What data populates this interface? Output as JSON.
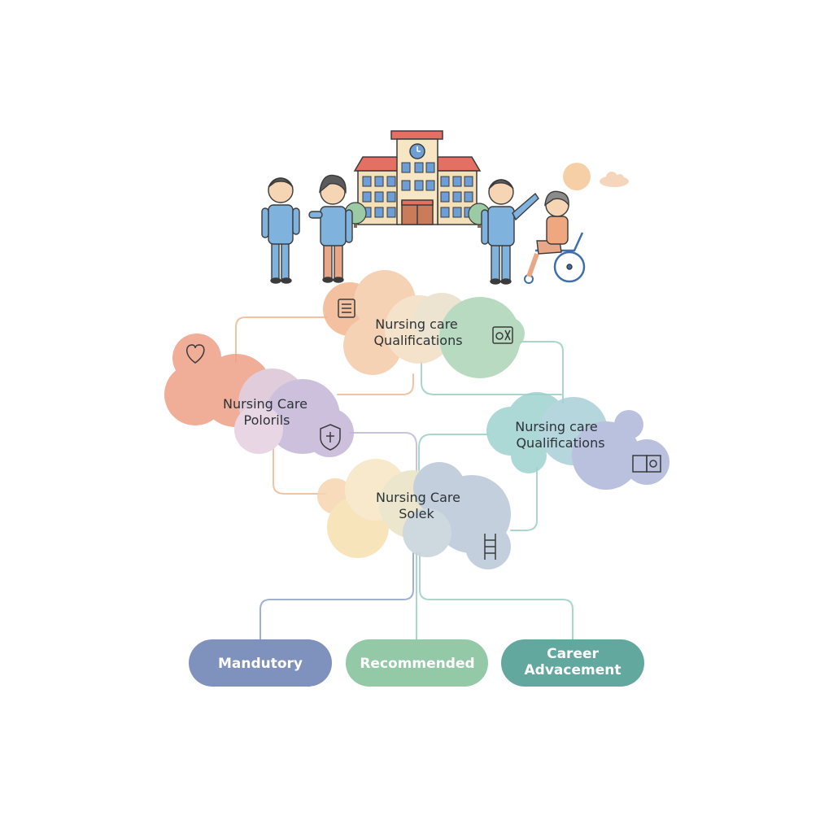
{
  "clouds": {
    "top": {
      "line1": "Nursing care",
      "line2": "Qualifications"
    },
    "left": {
      "line1": "Nursing Care",
      "line2": "Polorils"
    },
    "right": {
      "line1": "Nursing care",
      "line2": "Qualifications"
    },
    "center": {
      "line1": "Nursing Care",
      "line2": "Solek"
    }
  },
  "buttons": {
    "mandatory": "Mandutory",
    "recommended": "Recommended",
    "career_line1": "Career",
    "career_line2": "Advacement"
  },
  "colors": {
    "mandatory": "#7f91bd",
    "recommended": "#93c9a6",
    "career": "#63a89e",
    "peach": "#f2b48c",
    "salmon": "#ee9f86",
    "lavender": "#c5b6d8",
    "green": "#9fcfad",
    "teal": "#9ed2cf",
    "periwinkle": "#aeb7d9",
    "cream": "#f7e0b0",
    "slate": "#b9c7d6"
  },
  "icons": [
    "document-icon",
    "tools-icon",
    "heart-icon",
    "shield-icon",
    "book-icon",
    "ladder-icon",
    "clock-icon"
  ]
}
